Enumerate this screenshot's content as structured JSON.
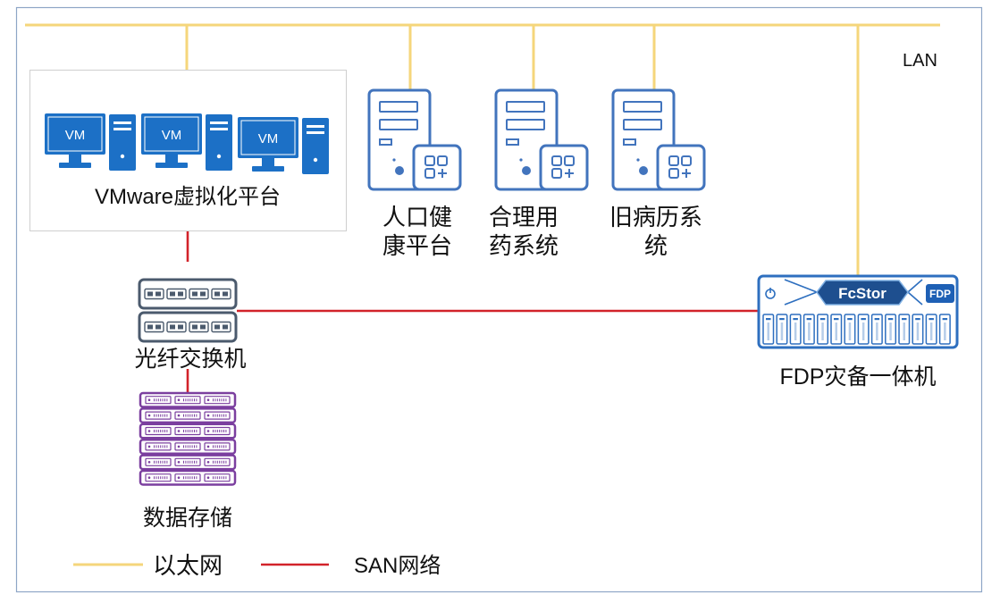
{
  "colors": {
    "ethernet": "#F5D67B",
    "san": "#D2232A",
    "server_blue": "#4274BD",
    "vm_blue": "#1C70C6",
    "storage_purple": "#7B3F9F",
    "switch_gray": "#4B5A6D",
    "appliance_blue": "#2E6FBF",
    "appliance_navy": "#1E4F8F",
    "frame": "#8EA6C6"
  },
  "lan": {
    "label": "LAN"
  },
  "vmware_platform": {
    "label": "VMware虚拟化平台",
    "icon": "vm-workstation-icon",
    "vms": [
      {
        "label": "VM"
      },
      {
        "label": "VM"
      },
      {
        "label": "VM"
      }
    ]
  },
  "fiber_switch": {
    "label": "光纤交换机",
    "icon": "fiber-switch-icon"
  },
  "data_storage": {
    "label": "数据存储",
    "icon": "storage-array-icon"
  },
  "servers": [
    {
      "label_lines": [
        "人口健",
        "康平台"
      ],
      "icon": "application-server-icon"
    },
    {
      "label_lines": [
        "合理用",
        "药系统"
      ],
      "icon": "application-server-icon"
    },
    {
      "label_lines": [
        "旧病历系",
        "统"
      ],
      "icon": "application-server-icon"
    }
  ],
  "fdp_appliance": {
    "brand": "FcStor",
    "badge": "FDP",
    "label": "FDP灾备一体机",
    "icon": "backup-appliance-icon"
  },
  "legend": [
    {
      "label": "以太网",
      "color": "#F5D67B"
    },
    {
      "label": "SAN网络",
      "color": "#D2232A"
    }
  ]
}
